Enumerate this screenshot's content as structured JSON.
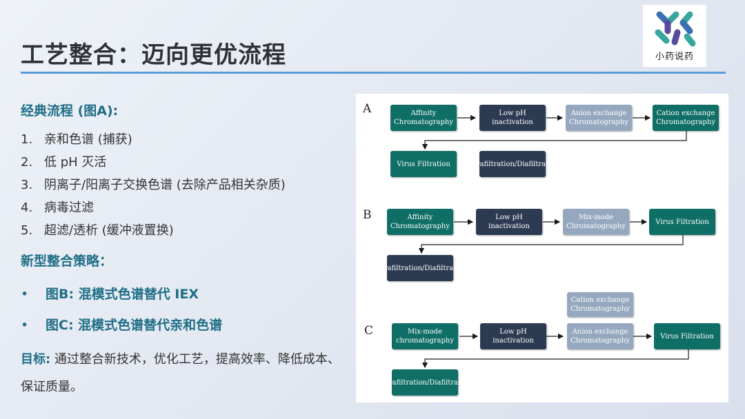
{
  "slide": {
    "title": "工艺整合：迈向更优流程",
    "logo_text": "小药说药"
  },
  "left": {
    "classic_heading": "经典流程 (图A):",
    "classic_steps": [
      {
        "num": "1.",
        "text": "亲和色谱 (捕获)"
      },
      {
        "num": "2.",
        "text": "低 pH 灭活"
      },
      {
        "num": "3.",
        "text": "阴离子/阳离子交换色谱 (去除产品相关杂质)"
      },
      {
        "num": "4.",
        "text": "病毒过滤"
      },
      {
        "num": "5.",
        "text": "超滤/透析 (缓冲液置换)"
      }
    ],
    "new_heading": "新型整合策略：",
    "new_items": [
      {
        "bullet": "•",
        "text": "图B: 混模式色谱替代 IEX"
      },
      {
        "bullet": "•",
        "text": "图C: 混模式色谱替代亲和色谱"
      }
    ],
    "goal_label": "目标:",
    "goal_text": " 通过整合新技术，优化工艺，提高效率、降低成本、保证质量。"
  },
  "diagram": {
    "A": {
      "label": "A",
      "steps": [
        "Affinity Chromatography",
        "Low pH inactivation",
        "Anion exchange Chromatography",
        "Cation exchange Chromatography",
        "Virus Filtration",
        "Ultrafiltration/Diafiltration"
      ]
    },
    "B": {
      "label": "B",
      "steps": [
        "Affinity Chromatography",
        "Low pH inactivation",
        "Mix-mode Chromatography",
        "Virus Filtration",
        "Ultrafiltration/Diafiltration"
      ]
    },
    "C": {
      "label": "C",
      "steps": [
        "Mix-mode chromatography",
        "Low pH inactivation",
        "Anion exchange Chromatography",
        "Cation exchange Chromatography",
        "Virus Filtration",
        "Ultrafiltration/Diafiltration"
      ]
    },
    "colors": {
      "teal": "#0f6e66",
      "navy": "#2c3b52",
      "gray": "#96a8bf"
    }
  }
}
